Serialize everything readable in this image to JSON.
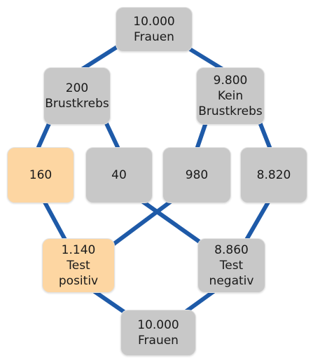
{
  "colors": {
    "box_gray": "#c8c8c8",
    "box_highlight": "#fdd6a2",
    "link": "#1e5aa8"
  },
  "nodes": {
    "top": "10.000\nFrauen",
    "cancer": "200\nBrustkrebs",
    "no_cancer": "9.800\nKein\nBrustkrebs",
    "cancer_pos": "160",
    "cancer_neg": "40",
    "no_cancer_pos": "980",
    "no_cancer_neg": "8.820",
    "test_pos": "1.140\nTest\npositiv",
    "test_neg": "8.860\nTest\nnegativ",
    "bottom": "10.000\nFrauen"
  }
}
